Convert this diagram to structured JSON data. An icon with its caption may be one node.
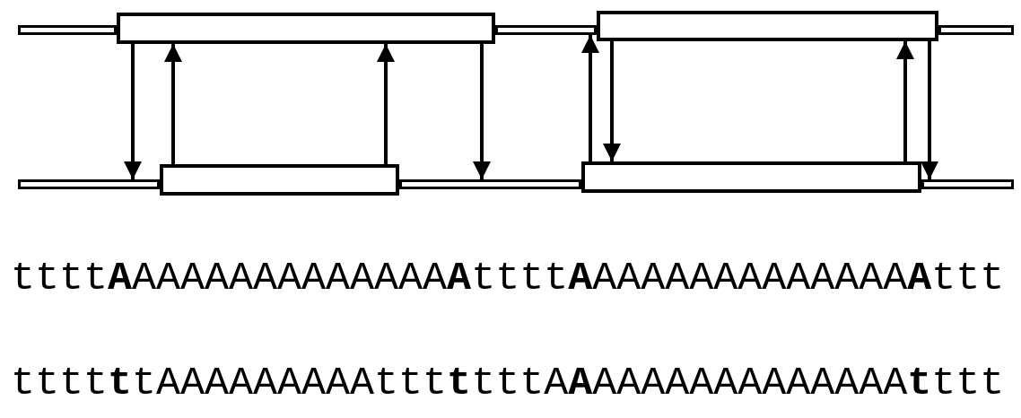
{
  "diagram": {
    "nodes": [
      {
        "text": [],
        "shape": "bar"
      },
      {
        "text": [],
        "shape": "box"
      },
      {
        "text": [],
        "shape": "bar"
      },
      {
        "text": [],
        "shape": "box"
      },
      {
        "text": [],
        "shape": "bar"
      },
      {
        "text": [],
        "shape": "bar"
      },
      {
        "text": [],
        "shape": "box"
      },
      {
        "text": [],
        "shape": "bar"
      },
      {
        "text": [],
        "shape": "box"
      },
      {
        "text": [],
        "shape": "bar"
      }
    ],
    "edges": [
      {
        "from": 1,
        "to": 5,
        "arrow": "to"
      },
      {
        "from": 6,
        "to": 1,
        "arrow": "to"
      },
      {
        "from": 6,
        "to": 1,
        "arrow": "to"
      },
      {
        "from": 1,
        "to": 7,
        "arrow": "to"
      },
      {
        "from": 8,
        "to": 2,
        "arrow": "to"
      },
      {
        "from": 3,
        "to": 8,
        "arrow": "to"
      },
      {
        "from": 8,
        "to": 3,
        "arrow": "to"
      },
      {
        "from": 3,
        "to": 9,
        "arrow": "to"
      }
    ],
    "labels": [
      "tttt**A**AAAAAAAAAAAAA**A**tttt**A**AAAAAAAAAAAAA**A**ttt",
      "tttt**t**tAAAAAAAAAttt**t**tttA**A**AAAAAAAAAAAAA**t**ttt"
    ]
  }
}
